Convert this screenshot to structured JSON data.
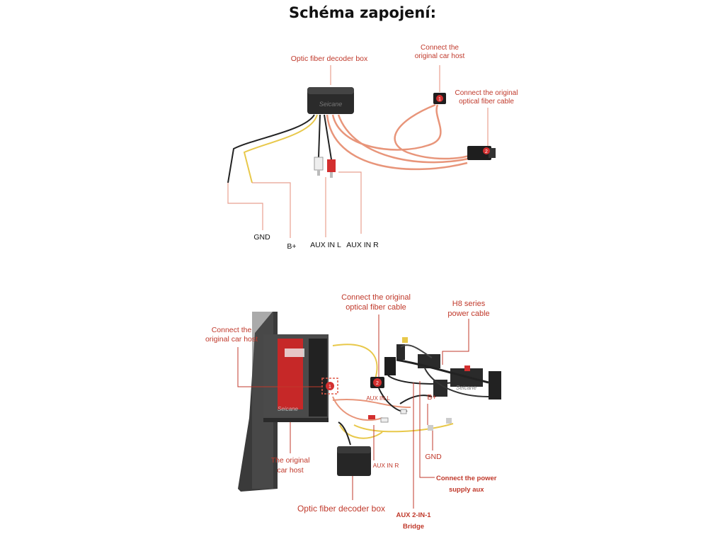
{
  "title": "Schéma zapojení:",
  "brand": "Seicane",
  "top": {
    "decoder_label": "Optic fiber decoder box",
    "host_label": "Connect the\noriginal car host",
    "fiber_label": "Connect the original\noptical fiber cable",
    "gnd": "GND",
    "bplus": "B+",
    "aux_l": "AUX IN L",
    "aux_r": "AUX IN R",
    "badge1": "1",
    "badge2": "2"
  },
  "bottom": {
    "fiber_label": "Connect the original\noptical fiber cable",
    "h8_label": "H8 series\npower cable",
    "host_label": "Connect the\noriginal car host",
    "aux_l": "AUX IN L",
    "bplus": "B+",
    "original_host": "The original\ncar host",
    "aux_r": "AUX IN R",
    "gnd": "GND",
    "power_aux": "Connect the power\nsupply aux",
    "decoder_label": "Optic fiber decoder box",
    "bridge": "AUX 2-IN-1\nBridge",
    "badge1": "1",
    "badge2": "2"
  },
  "colors": {
    "label_red": "#c0392b",
    "fiber_orange": "#e8957a",
    "wire_yellow": "#e8c84a",
    "wire_black": "#222222",
    "rca_red": "#d32f2f",
    "rca_white": "#eeeeee"
  }
}
